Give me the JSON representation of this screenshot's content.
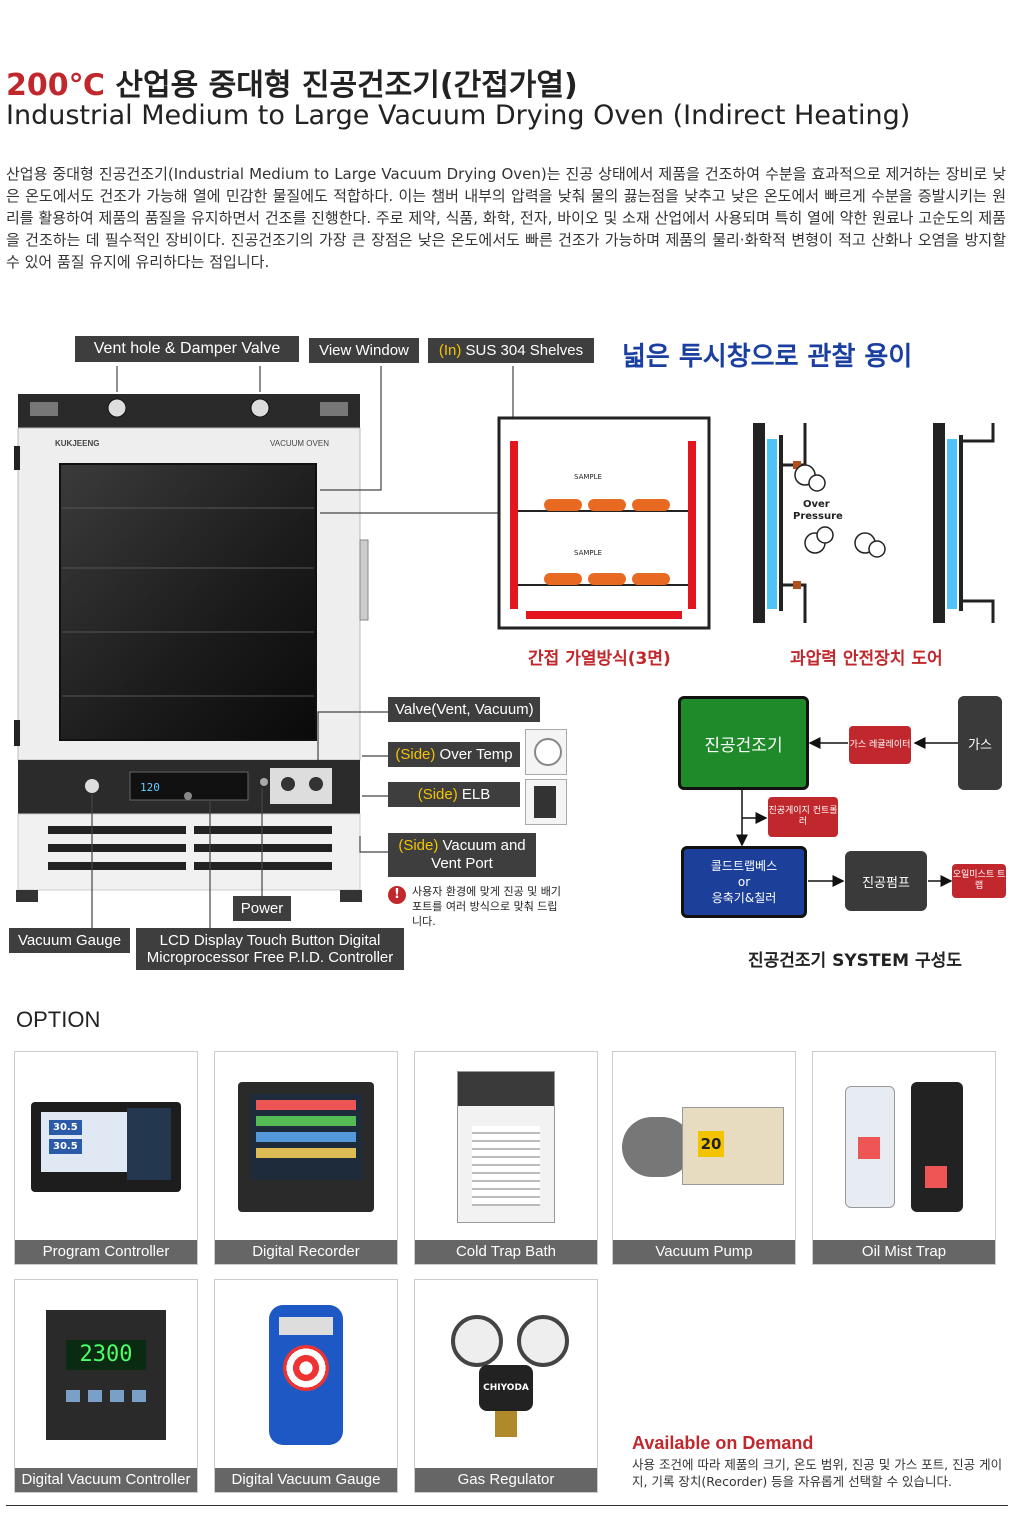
{
  "header": {
    "title_ko_temp": "200℃",
    "title_ko_rest": " 산업용 중대형 진공건조기(간접가열)",
    "title_en": "Industrial Medium to Large Vacuum Drying Oven (Indirect Heating)"
  },
  "description": "산업용 중대형 진공건조기(Industrial Medium to Large Vacuum Drying Oven)는 진공 상태에서 제품을 건조하여 수분을 효과적으로 제거하는 장비로 낮은 온도에서도 건조가 가능해 열에 민감한 물질에도 적합하다. 이는 챔버 내부의 압력을 낮춰 물의 끓는점을 낮추고 낮은 온도에서 빠르게 수분을 증발시키는 원리를 활용하여 제품의 품질을 유지하면서 건조를 진행한다. 주로 제약, 식품, 화학, 전자, 바이오 및 소재 산업에서 사용되며 특히 열에 약한 원료나 고순도의 제품을 건조하는 데 필수적인 장비이다. 진공건조기의 가장 큰 장점은 낮은 온도에서도 빠른 건조가 가능하며 제품의 물리·화학적 변형이 적고 산화나 오염을 방지할 수 있어 품질 유지에 유리하다는 점입니다.",
  "oven": {
    "brand": "KUKJEENG",
    "model_text": "VACUUM OVEN",
    "display_reading": "120"
  },
  "callouts": {
    "vent_hole": "Vent hole & Damper Valve",
    "view_window": "View Window",
    "shelves_prefix": "(In)",
    "shelves": " SUS 304  Shelves",
    "valve": "Valve(Vent, Vacuum)",
    "over_temp_prefix": "(Side)",
    "over_temp": " Over Temp",
    "elb_prefix": "(Side)",
    "elb": " ELB",
    "vac_port_prefix": "(Side)",
    "vac_port": " Vacuum and",
    "vac_port_2": "Vent Port",
    "power": "Power",
    "vacuum_gauge": "Vacuum Gauge",
    "lcd_1": "LCD Display Touch Button Digital",
    "lcd_2": "Microprocessor Free P.I.D. Controller"
  },
  "note": {
    "mark": "!",
    "text": "사용자 환경에 맞게 진공 및 배기 포트를 여러 방식으로 맞춰 드립니다."
  },
  "features": {
    "heading": "넓은 투시창으로 관찰 용이",
    "sample1": "SAMPLE",
    "sample2": "SAMPLE",
    "heating_caption": "간접 가열방식(3면)",
    "over_pressure_1": "Over",
    "over_pressure_2": "Pressure",
    "door_caption": "과압력 안전장치 도어"
  },
  "system": {
    "main": "진공건조기",
    "regulator": "가스 레귤레이터",
    "gas": "가스",
    "gauge_controller": "진공게이지 컨트롤러",
    "cold_trap_1": "콜드트랩베스",
    "cold_trap_2": "or",
    "cold_trap_3": "응축기&칠러",
    "pump": "진공펌프",
    "oil_mist": "오일미스트 트랩",
    "caption": "진공건조기 SYSTEM 구성도"
  },
  "option": {
    "heading": "OPTION",
    "items": [
      {
        "label": "Program Controller"
      },
      {
        "label": "Digital Recorder"
      },
      {
        "label": "Cold Trap Bath"
      },
      {
        "label": "Vacuum Pump"
      },
      {
        "label": "Oil Mist Trap"
      },
      {
        "label": "Digital Vacuum Controller"
      },
      {
        "label": "Digital Vacuum Gauge"
      },
      {
        "label": "Gas Regulator"
      }
    ],
    "pc_reading_1": "30.5",
    "pc_reading_2": "30.5",
    "dvc_reading": "2300",
    "pump_number": "20",
    "regulator_brand": "CHIYODA"
  },
  "available": {
    "heading": "Available on Demand",
    "text": "사용 조건에 따라 제품의 크기, 온도 범위, 진공 및 가스 포트, 진공 게이지, 기록 장치(Recorder) 등을 자유롭게 선택할 수 있습니다."
  },
  "colors": {
    "accent_red": "#c0282d",
    "accent_blue": "#1a3fa0",
    "label_bg": "#3e3e3e",
    "label_yellow": "#f3c300",
    "main_box_green": "#1f8a2a",
    "cold_trap_blue": "#1c3f99"
  }
}
